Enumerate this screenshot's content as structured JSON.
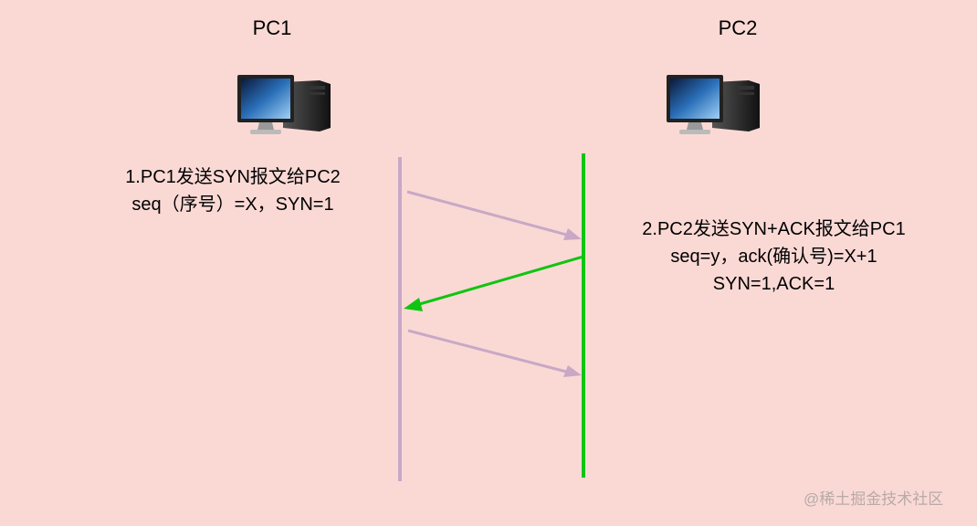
{
  "pc1": {
    "title": "PC1"
  },
  "pc2": {
    "title": "PC2"
  },
  "step1": {
    "line1": "1.PC1发送SYN报文给PC2",
    "line2": "seq（序号）=X，SYN=1"
  },
  "step2": {
    "line1": "2.PC2发送SYN+ACK报文给PC1",
    "line2": "seq=y，ack(确认号)=X+1",
    "line3": "SYN=1,ACK=1"
  },
  "watermark": "@稀土掘金技术社区",
  "colors": {
    "background": "#fad9d5",
    "pc1_timeline": "#c9a8c6",
    "pc2_timeline": "#11c411",
    "arrow_faded": "#c9a8c6",
    "arrow_active": "#11c411"
  },
  "icons": {
    "pc1": "desktop-computer-icon",
    "pc2": "desktop-computer-icon"
  }
}
